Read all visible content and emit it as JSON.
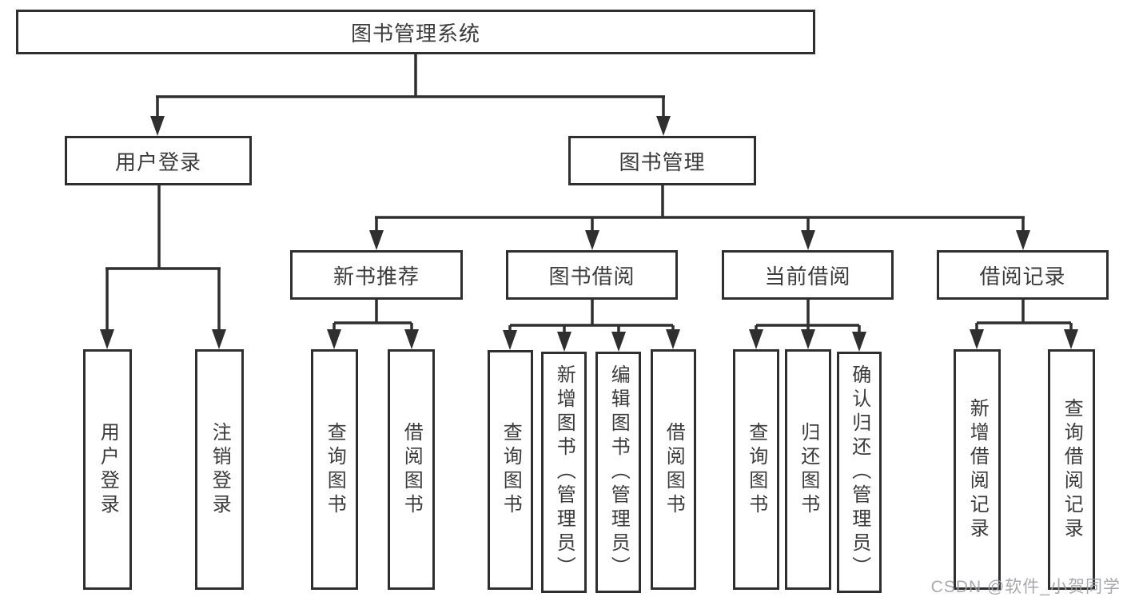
{
  "tree": {
    "label": "图书管理系统",
    "children": [
      {
        "label": "用户登录",
        "children": [
          {
            "label": "用户登录"
          },
          {
            "label": "注销登录"
          }
        ]
      },
      {
        "label": "图书管理",
        "children": [
          {
            "label": "新书推荐",
            "children": [
              {
                "label": "查询图书"
              },
              {
                "label": "借阅图书"
              }
            ]
          },
          {
            "label": "图书借阅",
            "children": [
              {
                "label": "查询图书"
              },
              {
                "label": "新增图书（管理员）"
              },
              {
                "label": "编辑图书（管理员）"
              },
              {
                "label": "借阅图书"
              }
            ]
          },
          {
            "label": "当前借阅",
            "children": [
              {
                "label": "查询图书"
              },
              {
                "label": "归还图书"
              },
              {
                "label": "确认归还（管理员）"
              }
            ]
          },
          {
            "label": "借阅记录",
            "children": [
              {
                "label": "新增借阅记录"
              },
              {
                "label": "查询借阅记录"
              }
            ]
          }
        ]
      }
    ]
  },
  "watermark": "CSDN @软件_小贺同学",
  "colors": {
    "line": "#2f2f2f",
    "box_border": "#2f2f2f",
    "text": "#3b3b3b",
    "watermark": "#9ea0a5",
    "background": "#ffffff"
  }
}
